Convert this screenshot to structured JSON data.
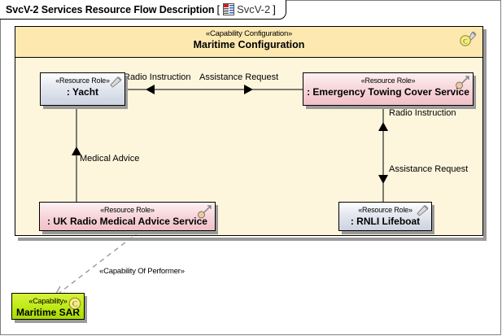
{
  "diagram": {
    "title": "SvcV-2 Services Resource Flow Description",
    "bracket_open": "[",
    "bracket_close": "]",
    "tab_label": "SvcV-2",
    "tab_icon": "uml-diagram-icon"
  },
  "container": {
    "stereotype": "«Capability Configuration»",
    "name": "Maritime Configuration",
    "icons": [
      "capability-c-icon",
      "wrench-icon"
    ]
  },
  "nodes": [
    {
      "id": "yacht",
      "stereotype": "«Resource Role»",
      "name": ": Yacht",
      "style": "blue",
      "icon": "wrench-icon"
    },
    {
      "id": "emergency-towing",
      "stereotype": "«Resource Role»",
      "name": ": Emergency Towing Cover Service",
      "style": "pink",
      "icon": "service-role-icon"
    },
    {
      "id": "uk-radio-medical",
      "stereotype": "«Resource Role»",
      "name": ": UK Radio Medical Advice Service",
      "style": "pink",
      "icon": "service-role-icon"
    },
    {
      "id": "rnli-lifeboat",
      "stereotype": "«Resource Role»",
      "name": ": RNLI Lifeboat",
      "style": "blue",
      "icon": "wrench-icon"
    },
    {
      "id": "maritime-sar",
      "stereotype": "«Capability»",
      "name": "Maritime SAR",
      "style": "green",
      "icon": "capability-c-icon"
    }
  ],
  "connectors": [
    {
      "id": "radio-instruction-yacht",
      "label": "Radio Instruction",
      "direction": "left"
    },
    {
      "id": "assistance-request-towing",
      "label": "Assistance Request",
      "direction": "right"
    },
    {
      "id": "medical-advice",
      "label": "Medical Advice",
      "direction": "up"
    },
    {
      "id": "radio-instruction-lifeboat",
      "label": "Radio Instruction",
      "direction": "up"
    },
    {
      "id": "assistance-request-lifeboat",
      "label": "Assistance Request",
      "direction": "down"
    },
    {
      "id": "capability-of-performer",
      "label": "«Capability Of Performer»",
      "direction": "dashed-open"
    }
  ]
}
